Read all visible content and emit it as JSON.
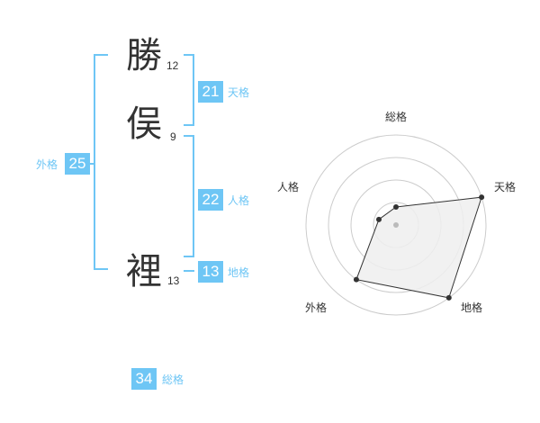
{
  "name": {
    "chars": [
      {
        "char": "勝",
        "strokes": "12"
      },
      {
        "char": "俣",
        "strokes": "9"
      },
      {
        "char": "裡",
        "strokes": "13"
      }
    ]
  },
  "kakusu": {
    "tenkaku": {
      "value": "21",
      "label": "天格"
    },
    "jinkaku": {
      "value": "22",
      "label": "人格"
    },
    "chikaku": {
      "value": "13",
      "label": "地格"
    },
    "gaikaku": {
      "value": "25",
      "label": "外格"
    },
    "soukaku": {
      "value": "34",
      "label": "総格"
    }
  },
  "colors": {
    "accent": "#6ec6f5",
    "text": "#333333",
    "ring": "#cccccc"
  },
  "chart_data": {
    "type": "radar",
    "axes": [
      "総格",
      "天格",
      "地格",
      "外格",
      "人格"
    ],
    "rings": 4,
    "values": [
      0.2,
      1.0,
      1.0,
      0.75,
      0.2
    ],
    "fill": "#eeeeee",
    "stroke": "#333333"
  }
}
